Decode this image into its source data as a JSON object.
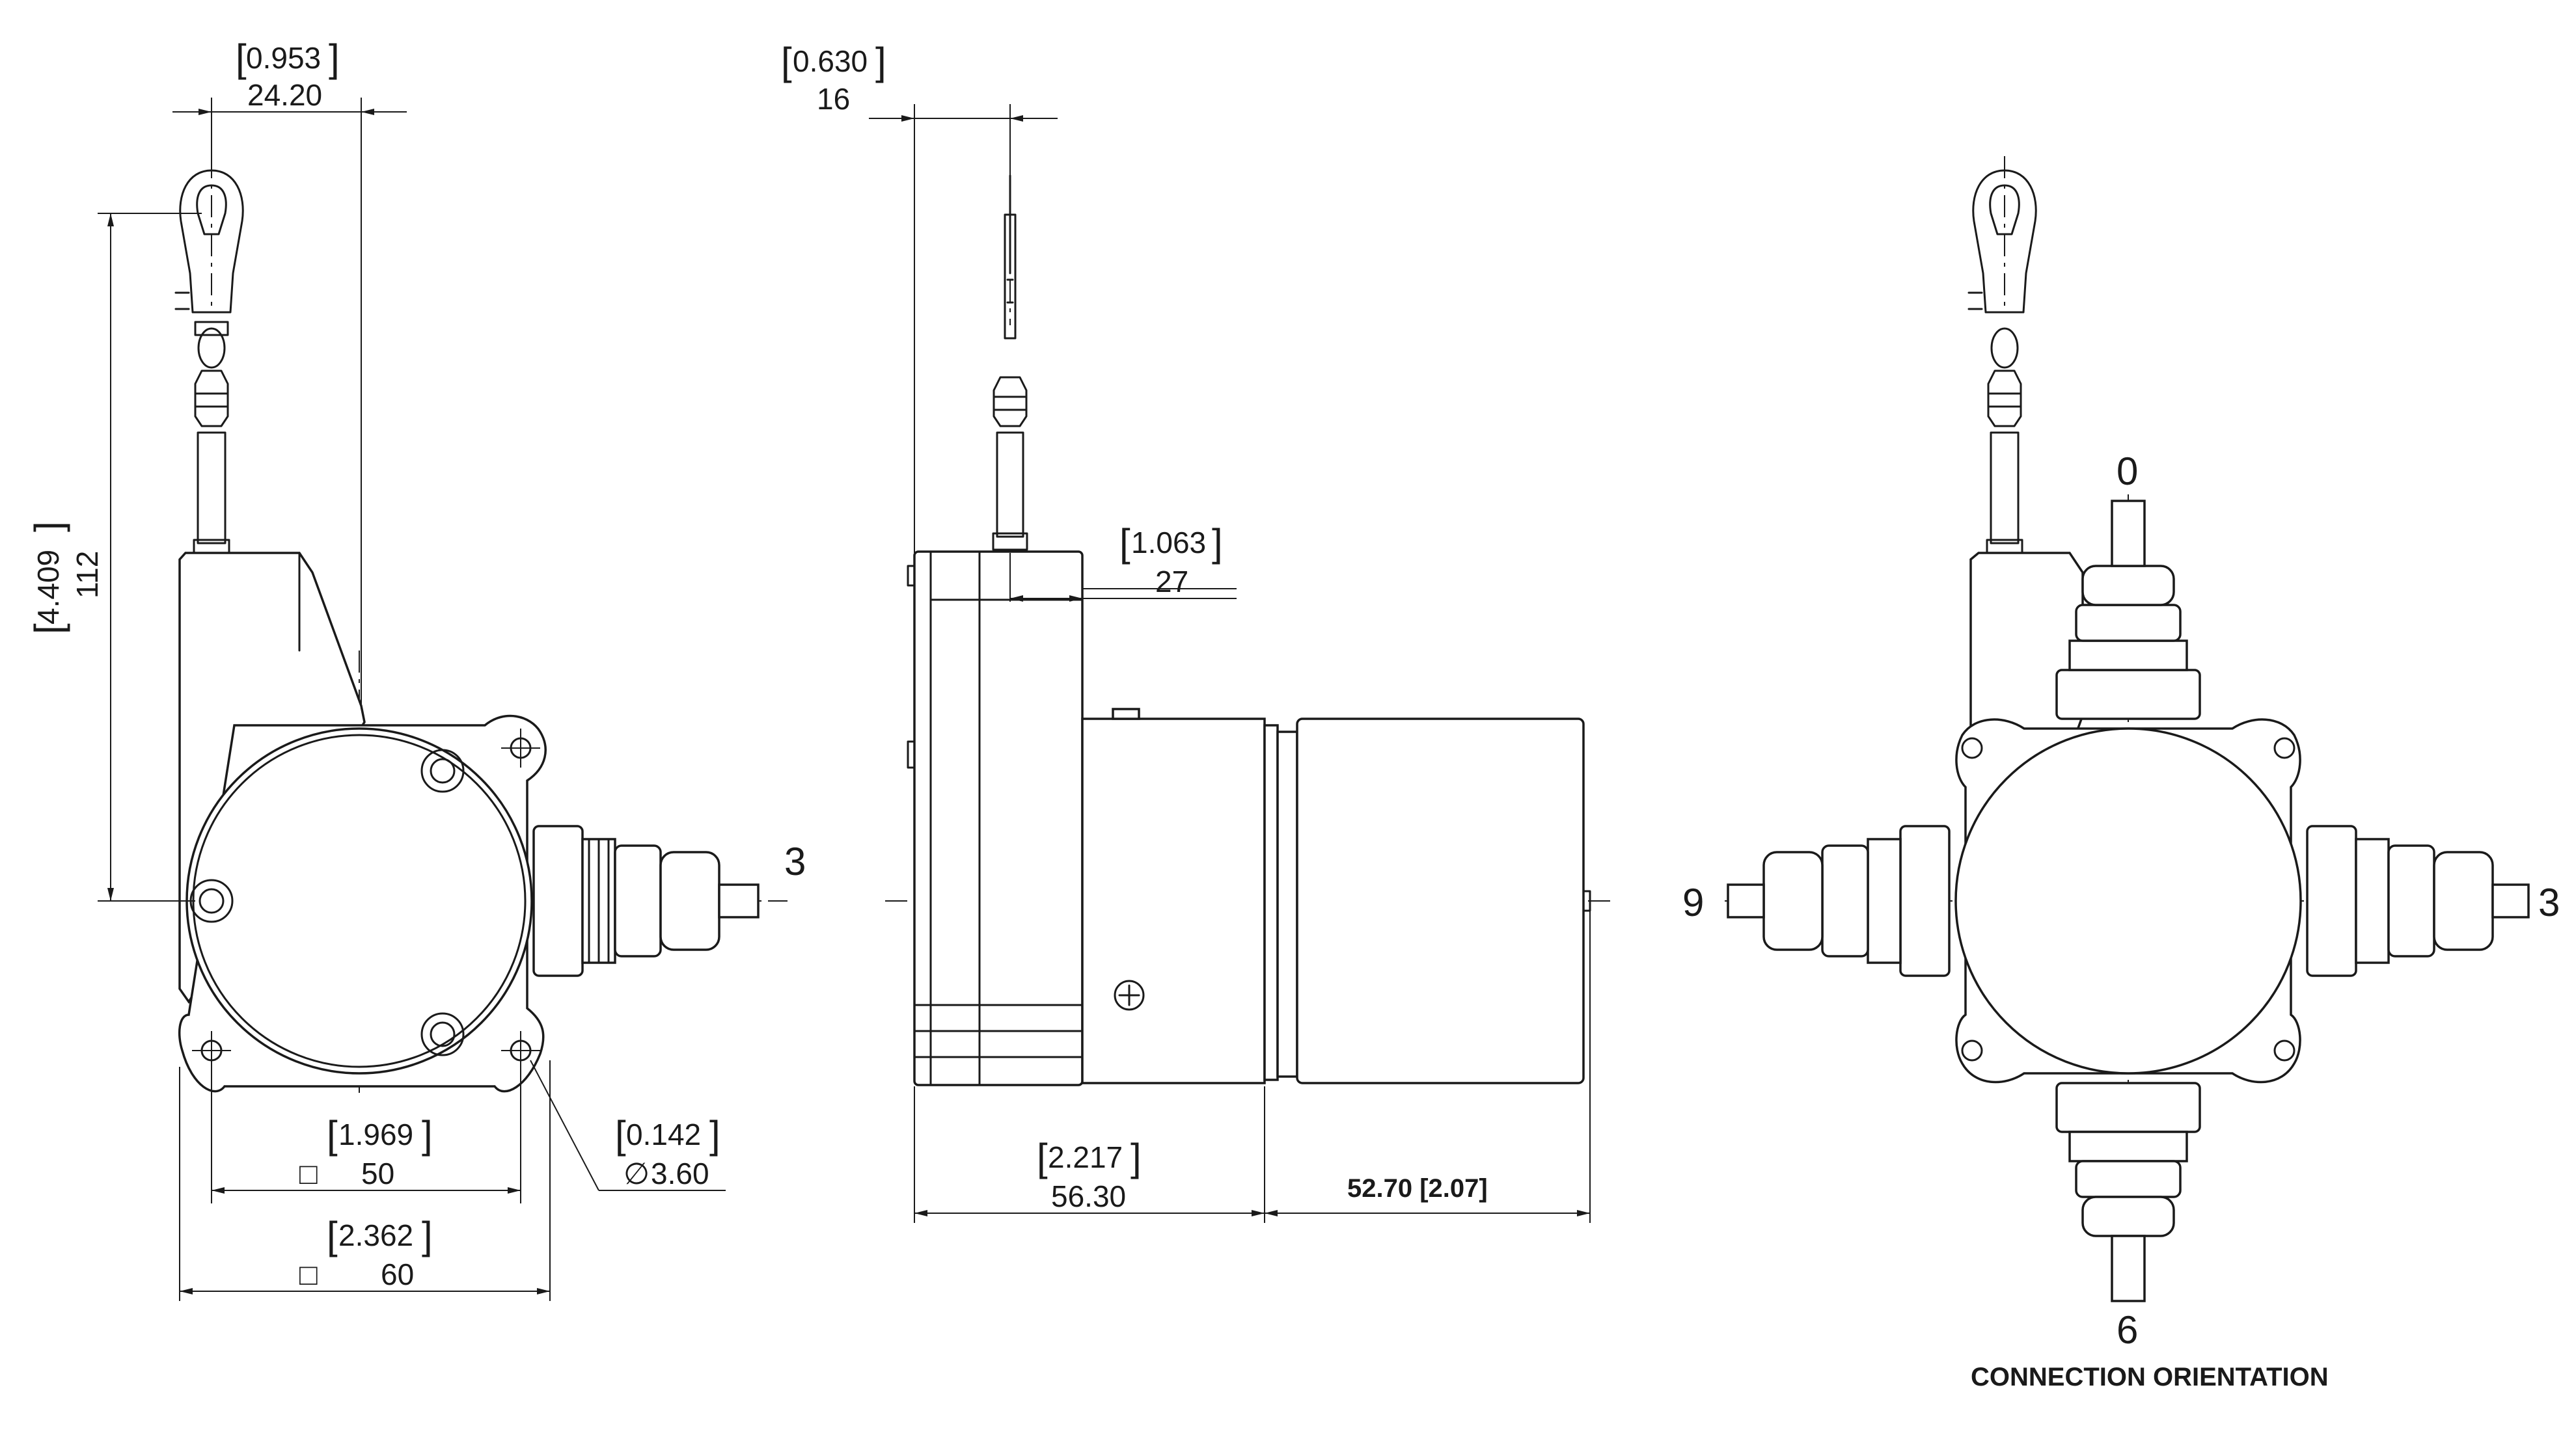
{
  "dimensions": {
    "front_width": {
      "inch": "0.953",
      "mm": "24.20"
    },
    "front_height": {
      "inch": "4.409",
      "mm": "112"
    },
    "bolt_pattern": {
      "inch": "1.969",
      "mm": "50"
    },
    "flange_square": {
      "inch": "2.362",
      "mm": "60"
    },
    "hole_dia": {
      "inch": "0.142",
      "mm": "3.60"
    },
    "side_cable": {
      "inch": "0.630",
      "mm": "16"
    },
    "side_drum": {
      "inch": "1.063",
      "mm": "27"
    },
    "side_length": {
      "inch": "2.217",
      "mm": "56.30"
    },
    "encoder_length": "52.70 [2.07]"
  },
  "orientation": {
    "front_label": "3",
    "top": "0",
    "right": "3",
    "bottom": "6",
    "left": "9",
    "caption": "CONNECTION ORIENTATION"
  },
  "symbols": {
    "square": "□",
    "diameter": "∅"
  }
}
